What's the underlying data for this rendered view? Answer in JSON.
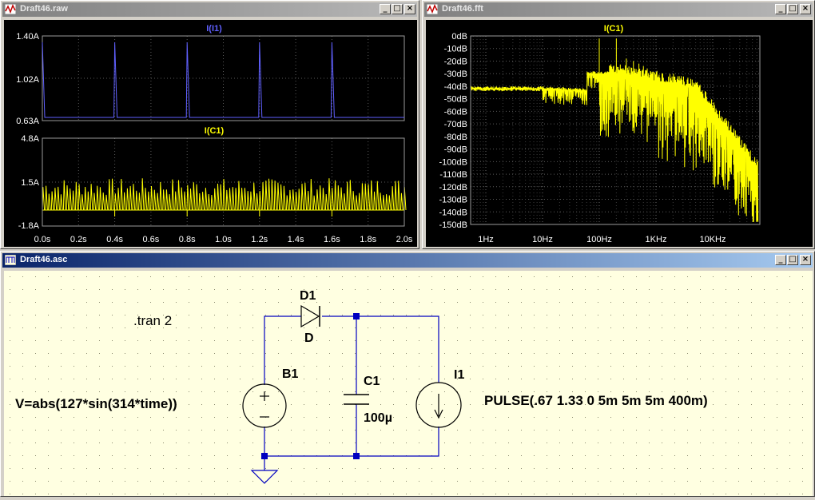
{
  "windows": {
    "raw": {
      "title": "Draft46.raw"
    },
    "fft": {
      "title": "Draft46.fft"
    },
    "asc": {
      "title": "Draft46.asc"
    }
  },
  "raw_plot": {
    "top_trace": {
      "label": "I(I1)",
      "color": "#6060ff",
      "y_ticks": [
        "1.40A",
        "1.02A",
        "0.63A"
      ],
      "pulse_times_s": [
        0.0,
        0.4,
        0.8,
        1.2,
        1.6
      ]
    },
    "bottom_trace": {
      "label": "I(C1)",
      "color": "#ffff00",
      "y_ticks": [
        "4.8A",
        "1.5A",
        "-1.8A"
      ]
    },
    "x_ticks": [
      "0.0s",
      "0.2s",
      "0.4s",
      "0.6s",
      "0.8s",
      "1.0s",
      "1.2s",
      "1.4s",
      "1.6s",
      "1.8s",
      "2.0s"
    ]
  },
  "fft_plot": {
    "label": "I(C1)",
    "color": "#ffff00",
    "y_ticks": [
      "0dB",
      "-10dB",
      "-20dB",
      "-30dB",
      "-40dB",
      "-50dB",
      "-60dB",
      "-70dB",
      "-80dB",
      "-90dB",
      "-100dB",
      "-110dB",
      "-120dB",
      "-130dB",
      "-140dB",
      "-150dB"
    ],
    "x_ticks": [
      "1Hz",
      "10Hz",
      "100Hz",
      "1KHz",
      "10KHz"
    ]
  },
  "schematic": {
    "directive": ".tran 2",
    "b1_name": "B1",
    "b1_value": "V=abs(127*sin(314*time))",
    "d1_name": "D1",
    "d1_model": "D",
    "c1_name": "C1",
    "c1_value": "100µ",
    "i1_name": "I1",
    "i1_value": "PULSE(.67 1.33 0 5m 5m 5m 400m)",
    "wire_color": "#0000c0"
  },
  "buttons": {
    "minimize": "_",
    "maximize": "□",
    "close": "×"
  }
}
